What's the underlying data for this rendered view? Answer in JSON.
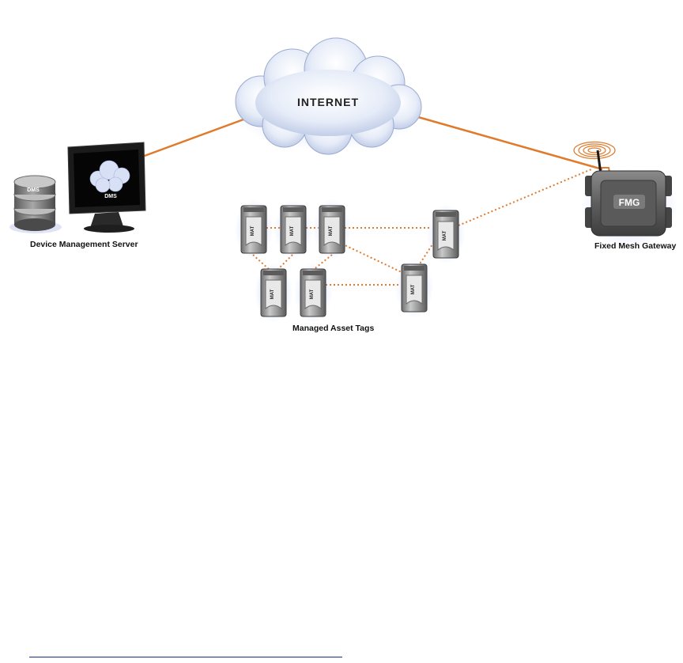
{
  "internet": {
    "label": "INTERNET"
  },
  "server": {
    "db_label": "DMS",
    "screen_label": "DMS",
    "caption": "Device Management Server"
  },
  "gateway": {
    "label": "FMG",
    "caption": "Fixed Mesh Gateway"
  },
  "tags": {
    "label": "MAT",
    "caption": "Managed Asset Tags"
  },
  "colors": {
    "wired_link": "#e07a2c",
    "mesh_link": "#e07a2c",
    "footnote_rule": "#1c2a8a"
  }
}
